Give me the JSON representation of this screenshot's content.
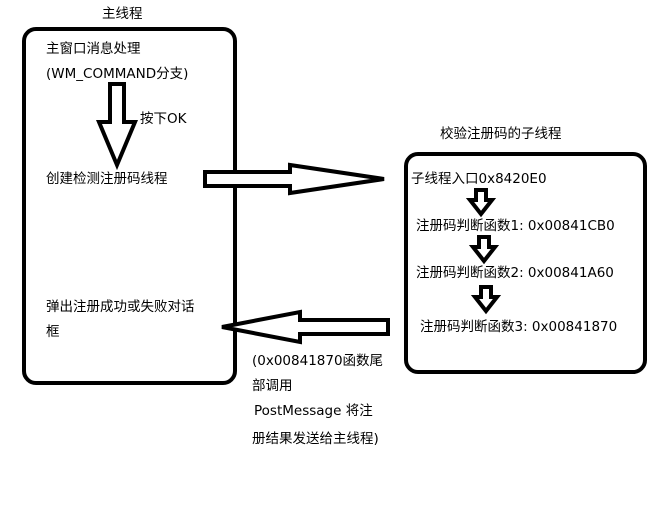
{
  "main_thread": {
    "title": "主线程",
    "msg_line1": "主窗口消息处理",
    "msg_line2": "(WM_COMMAND分支)",
    "press_ok": "按下OK",
    "create_thread": "创建检测注册码线程",
    "popup_line1": "弹出注册成功或失败对话",
    "popup_line2": "框"
  },
  "sub_thread": {
    "title": "校验注册码的子线程",
    "entry": "子线程入口0x8420E0",
    "check1": "注册码判断函数1: 0x00841CB0",
    "check2": "注册码判断函数2: 0x00841A60",
    "check3": "注册码判断函数3: 0x00841870"
  },
  "callback_note": {
    "line1": "(0x00841870函数尾",
    "line2": "部调用",
    "line3": "PostMessage 将注",
    "line4": "册结果发送给主线程)"
  }
}
